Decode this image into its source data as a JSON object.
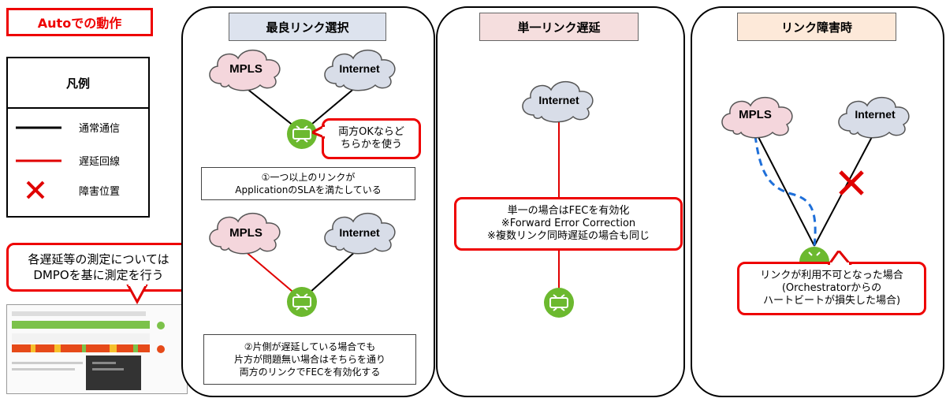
{
  "title": "Autoでの動作",
  "legend": {
    "title": "凡例",
    "normal": "通常通信",
    "delay": "遅延回線",
    "failure": "障害位置"
  },
  "measure_callout": {
    "line1": "各遅延等の測定については",
    "line2": "DMPOを基に測定を行う"
  },
  "panel1": {
    "heading": "最良リンク選択",
    "mpls": "MPLS",
    "internet": "Internet",
    "callout_line1": "両方OKならど",
    "callout_line2": "ちらかを使う",
    "note1_line1": "①一つ以上のリンクが",
    "note1_line2": "ApplicationのSLAを満たしている",
    "note2_line1": "②片側が遅延している場合でも",
    "note2_line2": "片方が問題無い場合はそちらを通り",
    "note2_line3": "両方のリンクでFECを有効化する"
  },
  "panel2": {
    "heading": "単一リンク遅延",
    "internet": "Internet",
    "callout_line1": "単一の場合はFECを有効化",
    "callout_line2": "※Forward Error Correction",
    "callout_line3": "※複数リンク同時遅延の場合も同じ"
  },
  "panel3": {
    "heading": "リンク障害時",
    "mpls": "MPLS",
    "internet": "Internet",
    "callout_line1": "リンクが利用不可となった場合",
    "callout_line2": "(Orchestratorからの",
    "callout_line3": "ハートビートが損失した場合)"
  },
  "colors": {
    "red": "#e00000",
    "mpls_cloud": "#f4d6dc",
    "internet_cloud": "#d8dde8",
    "device": "#6cb92f",
    "panel1_head": "#dde3ee",
    "panel2_head": "#f5dede",
    "panel3_head": "#fde9d9",
    "reroute": "#1e6fd9"
  },
  "icons": [
    "cloud-icon",
    "edge-device-icon",
    "failure-x-icon"
  ]
}
